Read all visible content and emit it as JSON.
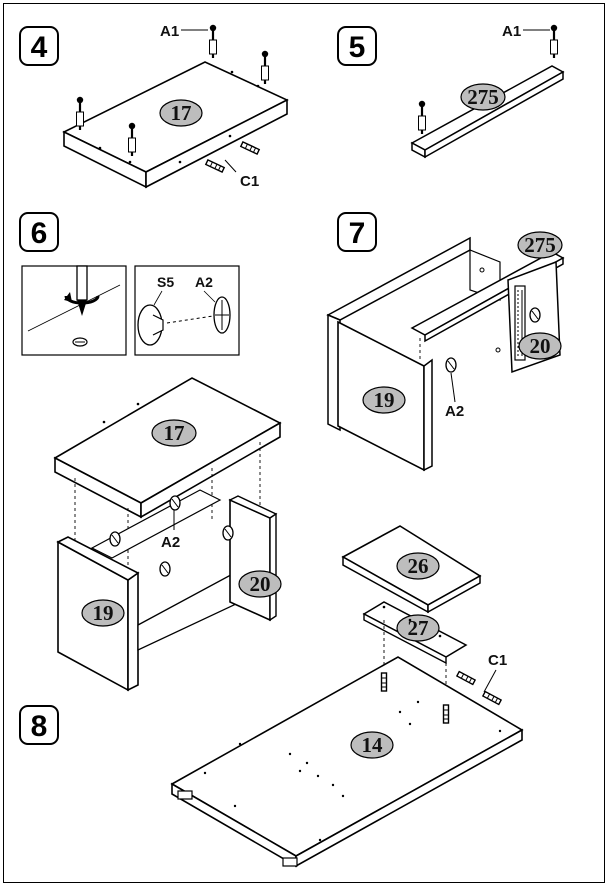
{
  "steps": {
    "s4": "4",
    "s5": "5",
    "s6": "6",
    "s7": "7",
    "s8": "8"
  },
  "labels": {
    "a1_step4": "A1",
    "c1_step4": "C1",
    "a1_step5": "A1",
    "s5_step6": "S5",
    "a2_step6": "A2",
    "a2_step7": "A2",
    "a2_step6b": "A2",
    "c1_step8": "C1"
  },
  "parts": {
    "p17_step4": "17",
    "p275_step5": "275",
    "p275_step7": "275",
    "p20_step7": "20",
    "p19_step7": "19",
    "p17_step6": "17",
    "p20_step6": "20",
    "p19_step6": "19",
    "p26": "26",
    "p27": "27",
    "p14": "14"
  },
  "icons": [
    "cam-bolt-icon",
    "dowel-icon",
    "screwdriver-icon",
    "cam-lock-icon",
    "drawer-slide-icon"
  ]
}
